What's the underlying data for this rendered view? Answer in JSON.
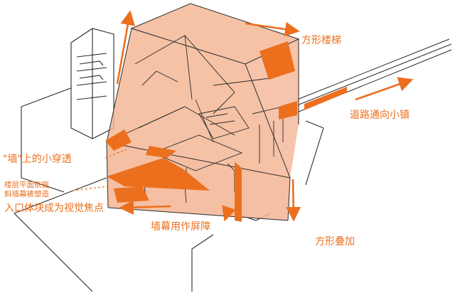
{
  "annotations": {
    "square_stair": "方形楼梯",
    "road_to_town": "道路通向小镇",
    "wall_penetration": "\"墙\"上的小穿透",
    "floor_plan_line1": "楼层平面依据",
    "floor_plan_line2": "斜墙幕被塑造",
    "entrance_focus": "入口体块成为视觉焦点",
    "curtain_wall_screen": "墙幕用作屏障",
    "square_overlay": "方形叠加"
  },
  "colors": {
    "accent": "#ec6f1e",
    "overlay_fill": "#f3b493",
    "line": "#2a2a2a"
  }
}
